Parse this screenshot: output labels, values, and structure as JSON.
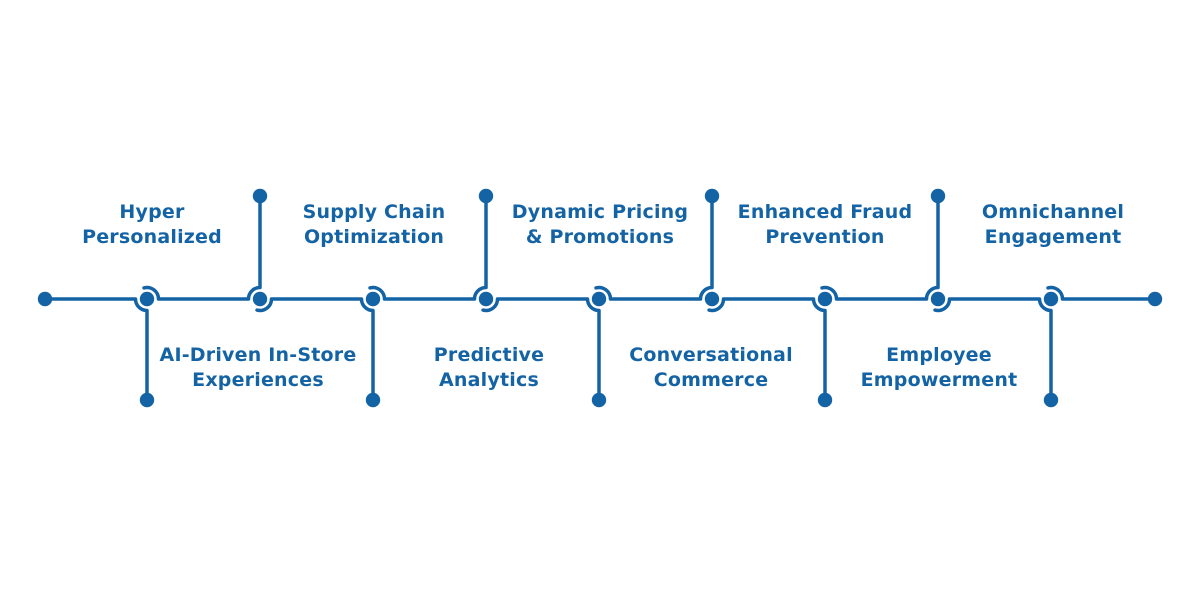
{
  "colors": {
    "accent": "#1463A5",
    "background": "#FFFFFF"
  },
  "timeline": {
    "top_labels": [
      {
        "line1": "Hyper",
        "line2": "Personalized"
      },
      {
        "line1": "Supply Chain",
        "line2": "Optimization"
      },
      {
        "line1": "Dynamic Pricing",
        "line2": "& Promotions"
      },
      {
        "line1": "Enhanced Fraud",
        "line2": "Prevention"
      },
      {
        "line1": "Omnichannel",
        "line2": "Engagement"
      }
    ],
    "bottom_labels": [
      {
        "line1": "AI-Driven In-Store",
        "line2": "Experiences"
      },
      {
        "line1": "Predictive",
        "line2": "Analytics"
      },
      {
        "line1": "Conversational",
        "line2": "Commerce"
      },
      {
        "line1": "Employee",
        "line2": "Empowerment"
      }
    ]
  }
}
